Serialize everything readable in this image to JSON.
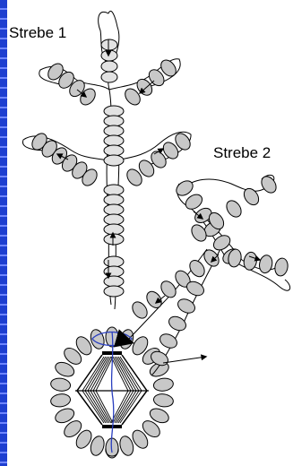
{
  "labels": {
    "strut1": "Strebe 1",
    "strut2": "Strebe 2"
  },
  "colors": {
    "bead_fill": "#c8c8c8",
    "bead_fill_light": "#e2e2e2",
    "bead_stroke": "#000000",
    "thread": "#000000",
    "axis": "#2a3fbf",
    "edge_bar": "#1e3fd0",
    "background": "#ffffff"
  },
  "components": {
    "strut_1": {
      "beads": 42,
      "arrows": 6
    },
    "strut_2": {
      "beads": 20,
      "arrows": 3
    },
    "ring": {
      "beads": 22
    },
    "core": "cage"
  }
}
